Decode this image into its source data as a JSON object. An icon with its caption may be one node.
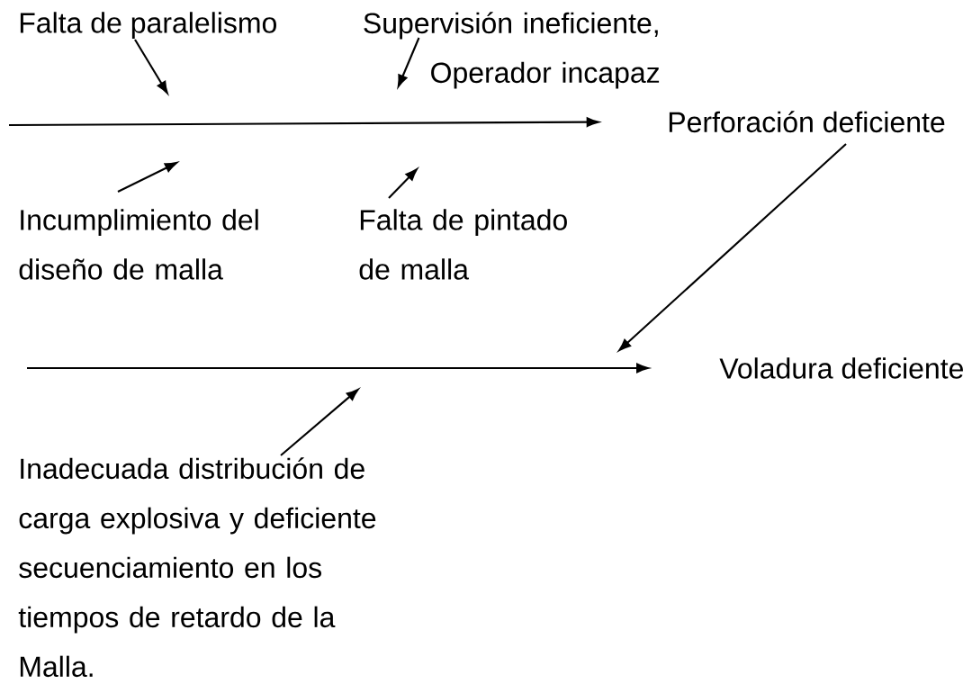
{
  "diagram": {
    "nodes": [
      {
        "text": [
          "Falta de paralelismo"
        ]
      },
      {
        "text": [
          "Supervisión ineficiente, Operador incapaz"
        ]
      },
      {
        "text": [
          "Perforación deficiente"
        ]
      },
      {
        "text": [
          "Incumplimiento del diseño de malla"
        ]
      },
      {
        "text": [
          "Falta de pintado de malla"
        ]
      },
      {
        "text": [
          "Voladura deficiente"
        ]
      },
      {
        "text": [
          "Inadecuada distribución de carga explosiva y deficiente secuenciamiento en los tiempos de retardo de la Malla."
        ]
      }
    ],
    "edges": [
      {
        "from": null,
        "to": 2,
        "arrow": "to"
      },
      {
        "from": 0,
        "to": null,
        "arrow": "to"
      },
      {
        "from": 1,
        "to": null,
        "arrow": "to"
      },
      {
        "from": 3,
        "to": null,
        "arrow": "to"
      },
      {
        "from": 4,
        "to": null,
        "arrow": "to"
      },
      {
        "from": null,
        "to": 5,
        "arrow": "to"
      },
      {
        "from": 2,
        "to": null,
        "arrow": "to"
      },
      {
        "from": 6,
        "to": null,
        "arrow": "to"
      }
    ]
  }
}
